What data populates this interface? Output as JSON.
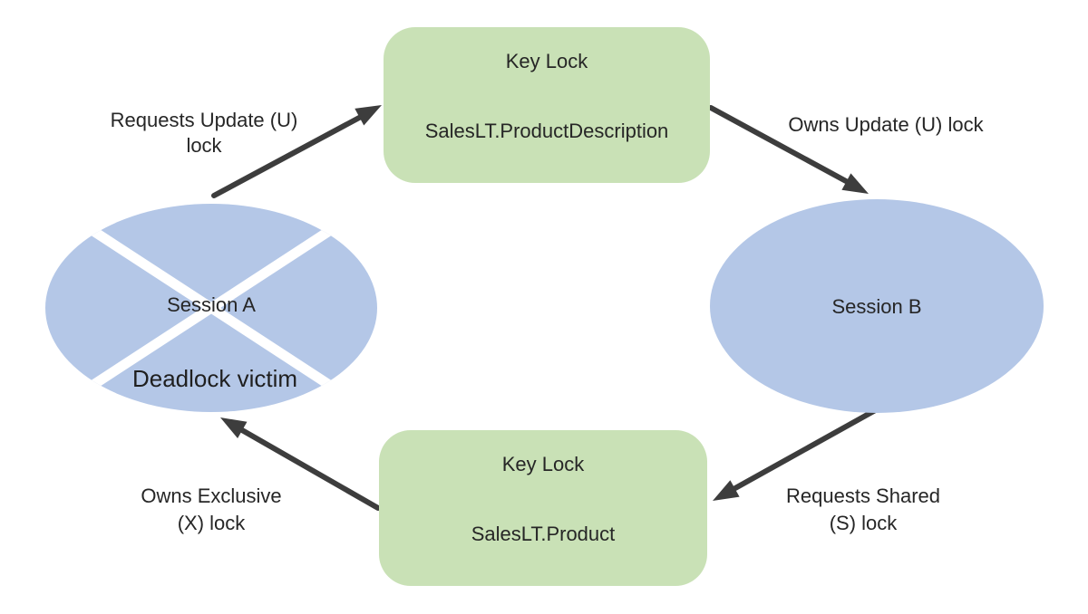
{
  "colors": {
    "lock_box_fill": "#c9e1b6",
    "session_fill": "#b4c7e7",
    "arrow": "#3d3d3d",
    "cross_stroke": "#ffffff",
    "text": "#262626"
  },
  "diagram": {
    "locks": {
      "top": {
        "title": "Key Lock",
        "resource": "SalesLT.ProductDescription"
      },
      "bottom": {
        "title": "Key Lock",
        "resource": "SalesLT.Product"
      }
    },
    "sessions": {
      "a": {
        "label": "Session A",
        "status": "Deadlock victim"
      },
      "b": {
        "label": "Session B"
      }
    },
    "edges": {
      "a_requests_update": {
        "line1": "Requests Update (U)",
        "line2": "lock"
      },
      "b_owns_update": {
        "line1": "Owns Update (U) lock"
      },
      "b_requests_shared": {
        "line1": "Requests Shared",
        "line2": "(S) lock"
      },
      "a_owns_exclusive": {
        "line1": "Owns Exclusive",
        "line2": "(X) lock"
      }
    }
  }
}
